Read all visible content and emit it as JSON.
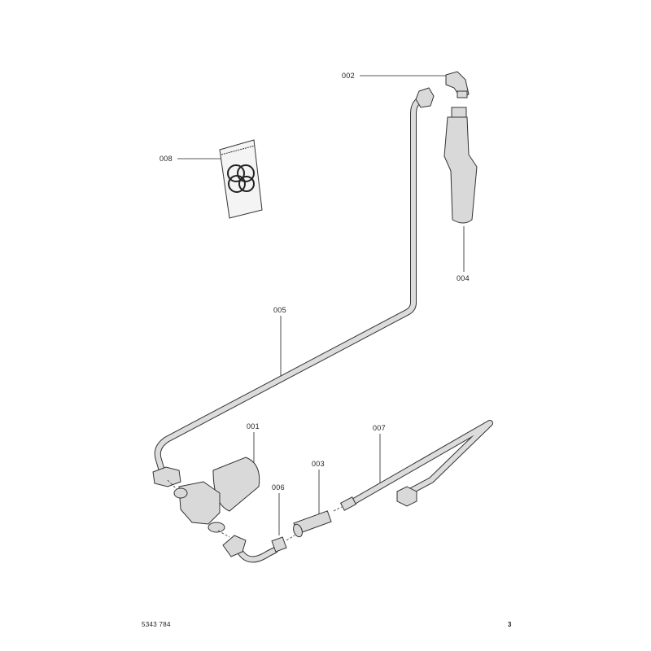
{
  "parts": [
    {
      "id": "001",
      "label": "001"
    },
    {
      "id": "002",
      "label": "002"
    },
    {
      "id": "003",
      "label": "003"
    },
    {
      "id": "004",
      "label": "004"
    },
    {
      "id": "005",
      "label": "005"
    },
    {
      "id": "006",
      "label": "006"
    },
    {
      "id": "007",
      "label": "007"
    },
    {
      "id": "008",
      "label": "008"
    }
  ],
  "footer": {
    "document_number": "5343 784",
    "page_number": "3"
  }
}
